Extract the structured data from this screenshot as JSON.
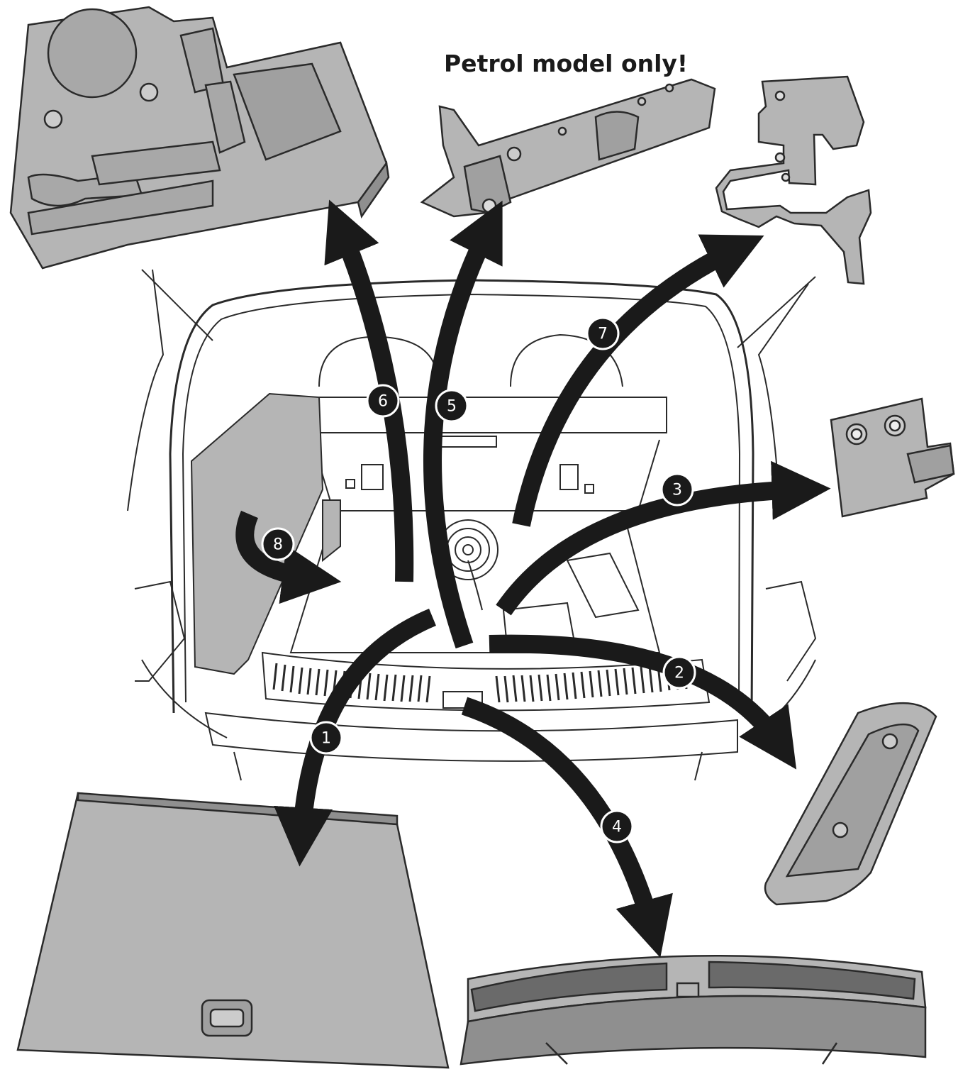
{
  "note": "Petrol model only!",
  "steps": [
    {
      "number": "1",
      "part": "floor-panel"
    },
    {
      "number": "2",
      "part": "side-tray"
    },
    {
      "number": "3",
      "part": "bracket"
    },
    {
      "number": "4",
      "part": "sill-trim"
    },
    {
      "number": "5",
      "part": "support-bar"
    },
    {
      "number": "6",
      "part": "tool-tray"
    },
    {
      "number": "7",
      "part": "holder"
    },
    {
      "number": "8",
      "part": "side-panel"
    }
  ],
  "colors": {
    "part_fill": "#b5b5b5",
    "arrow": "#1a1a1a",
    "line": "#2a2a2a",
    "background": "#ffffff"
  }
}
